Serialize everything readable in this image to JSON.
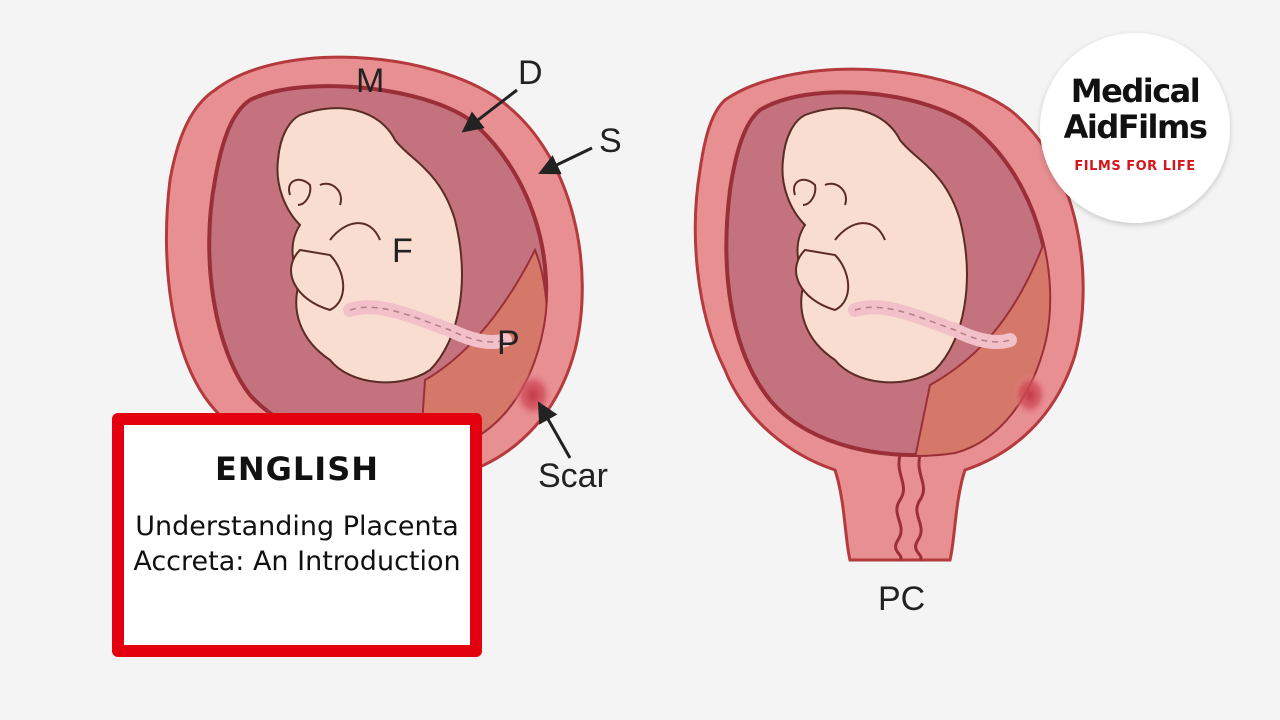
{
  "diagram": {
    "labels": {
      "myometrium": "M",
      "decidua": "D",
      "serosa": "S",
      "fetus": "F",
      "placenta": "P",
      "scar": "Scar",
      "placenta_condition": "PC"
    },
    "colors": {
      "uterus_wall": "#e88f92",
      "uterus_outline": "#b43a3e",
      "cavity": "#c5727f",
      "fetus": "#f9ddd0",
      "placenta": "#d5786a",
      "cord": "#f2c0c8",
      "scar": "#c23a48"
    }
  },
  "logo": {
    "line1": "Medical",
    "line2": "AidFilms",
    "tagline": "FILMS FOR LIFE",
    "tagline_color": "#d4151b"
  },
  "title_card": {
    "language": "ENGLISH",
    "title": "Understanding Placenta Accreta: An Introduction",
    "border_color": "#e3000f"
  }
}
